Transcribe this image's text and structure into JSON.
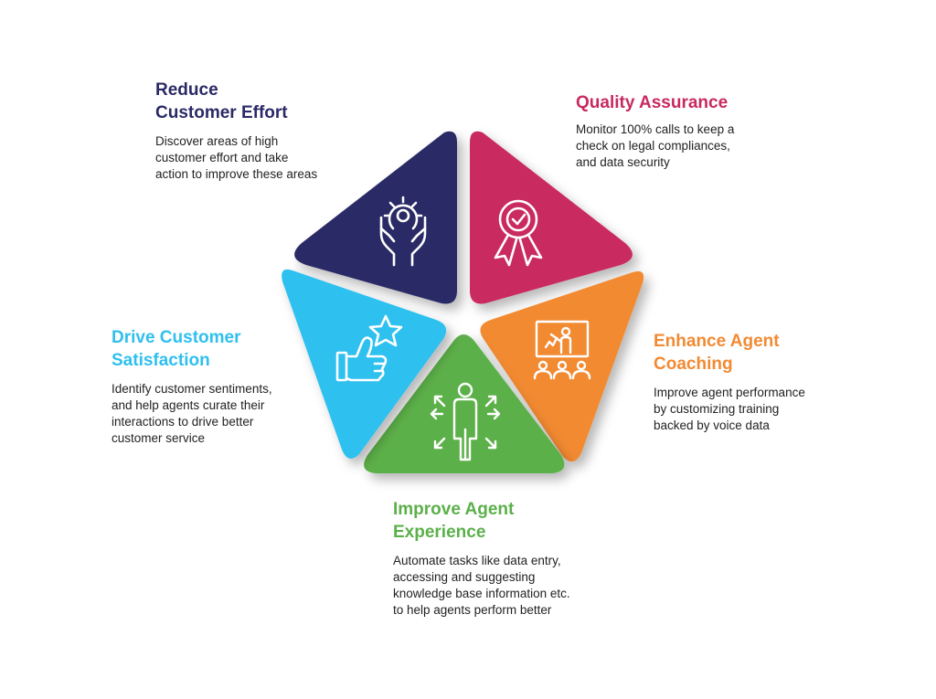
{
  "colors": {
    "navy": "#2b2966",
    "magenta": "#c92961",
    "orange": "#f28a33",
    "green": "#5bb04a",
    "cyan": "#2fc0ef"
  },
  "segments": [
    {
      "id": "reduce",
      "title": "Reduce\nCustomer Effort",
      "body": "Discover areas of high\ncustomer effort and take\naction to improve these areas",
      "color": "#2b2966",
      "icon": "gear-hands-icon"
    },
    {
      "id": "quality",
      "title": "Quality Assurance",
      "body": "Monitor 100% calls to keep a\ncheck on legal compliances,\nand data security",
      "color": "#c92961",
      "icon": "award-badge-icon"
    },
    {
      "id": "coaching",
      "title": "Enhance Agent\nCoaching",
      "body": "Improve agent performance\nby customizing training\nbacked by voice data",
      "color": "#f28a33",
      "icon": "presentation-icon"
    },
    {
      "id": "improve",
      "title": "Improve Agent\nExperience",
      "body": "Automate tasks like  data entry,\naccessing and suggesting\nknowledge base information etc.\nto help agents perform better",
      "color": "#5bb04a",
      "icon": "person-arrows-icon"
    },
    {
      "id": "drive",
      "title": "Drive Customer\nSatisfaction",
      "body": "Identify customer sentiments,\nand help agents curate their\ninteractions to drive better\ncustomer service",
      "color": "#2fc0ef",
      "icon": "thumbs-up-star-icon"
    }
  ]
}
